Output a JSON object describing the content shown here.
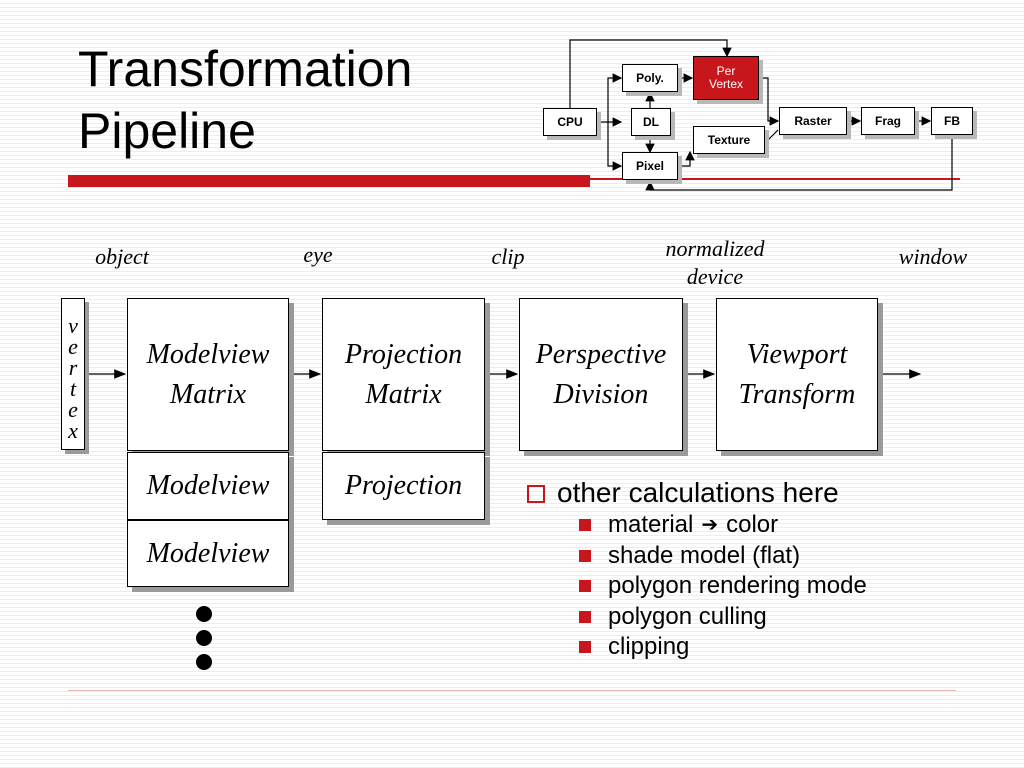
{
  "title": {
    "line1": "Transformation",
    "line2": "Pipeline"
  },
  "mini_pipeline": {
    "cpu": "CPU",
    "poly": "Poly.",
    "dl": "DL",
    "pixel": "Pixel",
    "per_vertex_line1": "Per",
    "per_vertex_line2": "Vertex",
    "texture": "Texture",
    "raster": "Raster",
    "frag": "Frag",
    "fb": "FB"
  },
  "spaces": {
    "object": "object",
    "eye": "eye",
    "clip": "clip",
    "normalized_line1": "normalized",
    "normalized_line2": "device",
    "window": "window"
  },
  "vertex_letters": [
    "v",
    "e",
    "r",
    "t",
    "e",
    "x"
  ],
  "stages": {
    "modelview_line1": "Modelview",
    "modelview_line2": "Matrix",
    "projection_line1": "Projection",
    "projection_line2": "Matrix",
    "perspective_line1": "Perspective",
    "perspective_line2": "Division",
    "viewport_line1": "Viewport",
    "viewport_line2": "Transform"
  },
  "stacks": {
    "modelview_1": "Modelview",
    "modelview_2": "Modelview",
    "projection_1": "Projection"
  },
  "bullets": {
    "main": "other calculations here",
    "sub": [
      {
        "text": "material",
        "arrow": "➔",
        "text2": "color"
      },
      {
        "text": "shade model (flat)"
      },
      {
        "text": "polygon rendering mode"
      },
      {
        "text": "polygon culling"
      },
      {
        "text": "clipping"
      }
    ]
  },
  "colors": {
    "accent": "#c8171c",
    "shadow": "#9a9a9a"
  }
}
